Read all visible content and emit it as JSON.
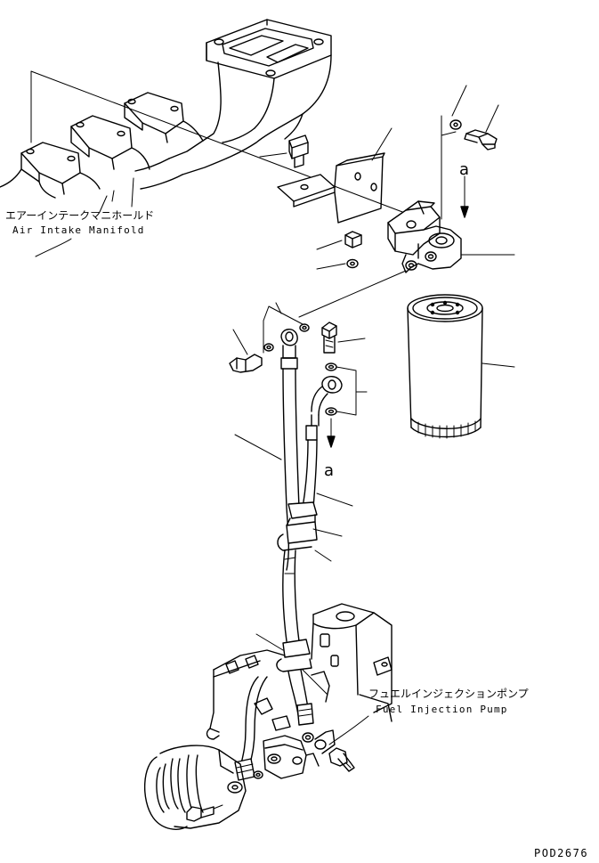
{
  "labels": {
    "air_intake_jp": "エアーインテークマニホールド",
    "air_intake_en": "Air Intake Manifold",
    "fuel_pump_jp": "フュエルインジェクションポンプ",
    "fuel_pump_en": "Fuel Injection Pump",
    "callout_a_upper": "a",
    "callout_a_lower": "a",
    "drawing_code": "POD2676"
  },
  "colors": {
    "line": "#000000",
    "background": "#ffffff"
  }
}
